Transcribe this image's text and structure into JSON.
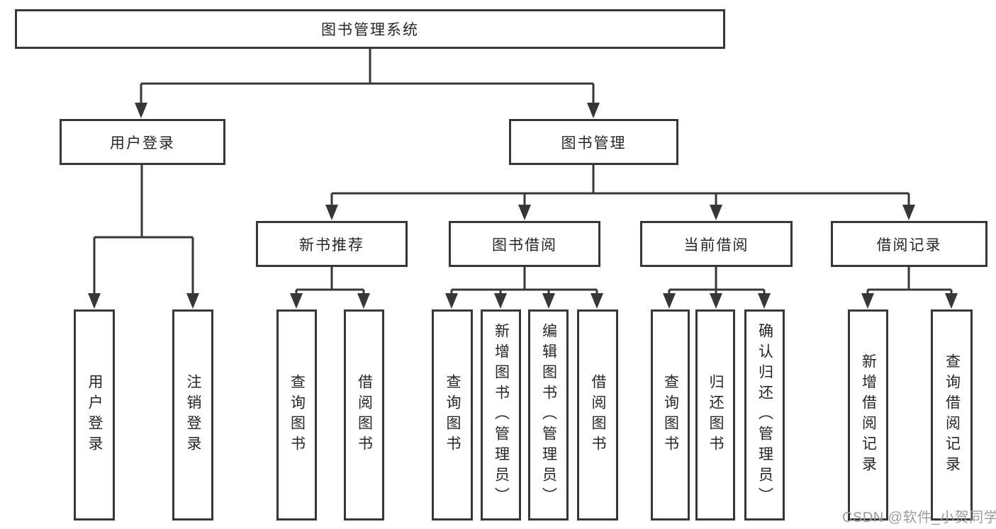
{
  "diagram": {
    "colors": {
      "line": "#373737",
      "text": "#262626",
      "watermark": "#9c9c9c",
      "background": "#ffffff"
    },
    "watermark": "CSDN @软件_小贺同学",
    "tree": {
      "label": "图书管理系统",
      "children": [
        {
          "label": "用户登录",
          "children": [
            {
              "label": "用户登录"
            },
            {
              "label": "注销登录"
            }
          ]
        },
        {
          "label": "图书管理",
          "children": [
            {
              "label": "新书推荐",
              "children": [
                {
                  "label": "查询图书"
                },
                {
                  "label": "借阅图书"
                }
              ]
            },
            {
              "label": "图书借阅",
              "children": [
                {
                  "label": "查询图书"
                },
                {
                  "label": "新增图书（管理员）"
                },
                {
                  "label": "编辑图书（管理员）"
                },
                {
                  "label": "借阅图书"
                }
              ]
            },
            {
              "label": "当前借阅",
              "children": [
                {
                  "label": "查询图书"
                },
                {
                  "label": "归还图书"
                },
                {
                  "label": "确认归还（管理员）"
                }
              ]
            },
            {
              "label": "借阅记录",
              "children": [
                {
                  "label": "新增借阅记录"
                },
                {
                  "label": "查询借阅记录"
                }
              ]
            }
          ]
        }
      ]
    }
  }
}
